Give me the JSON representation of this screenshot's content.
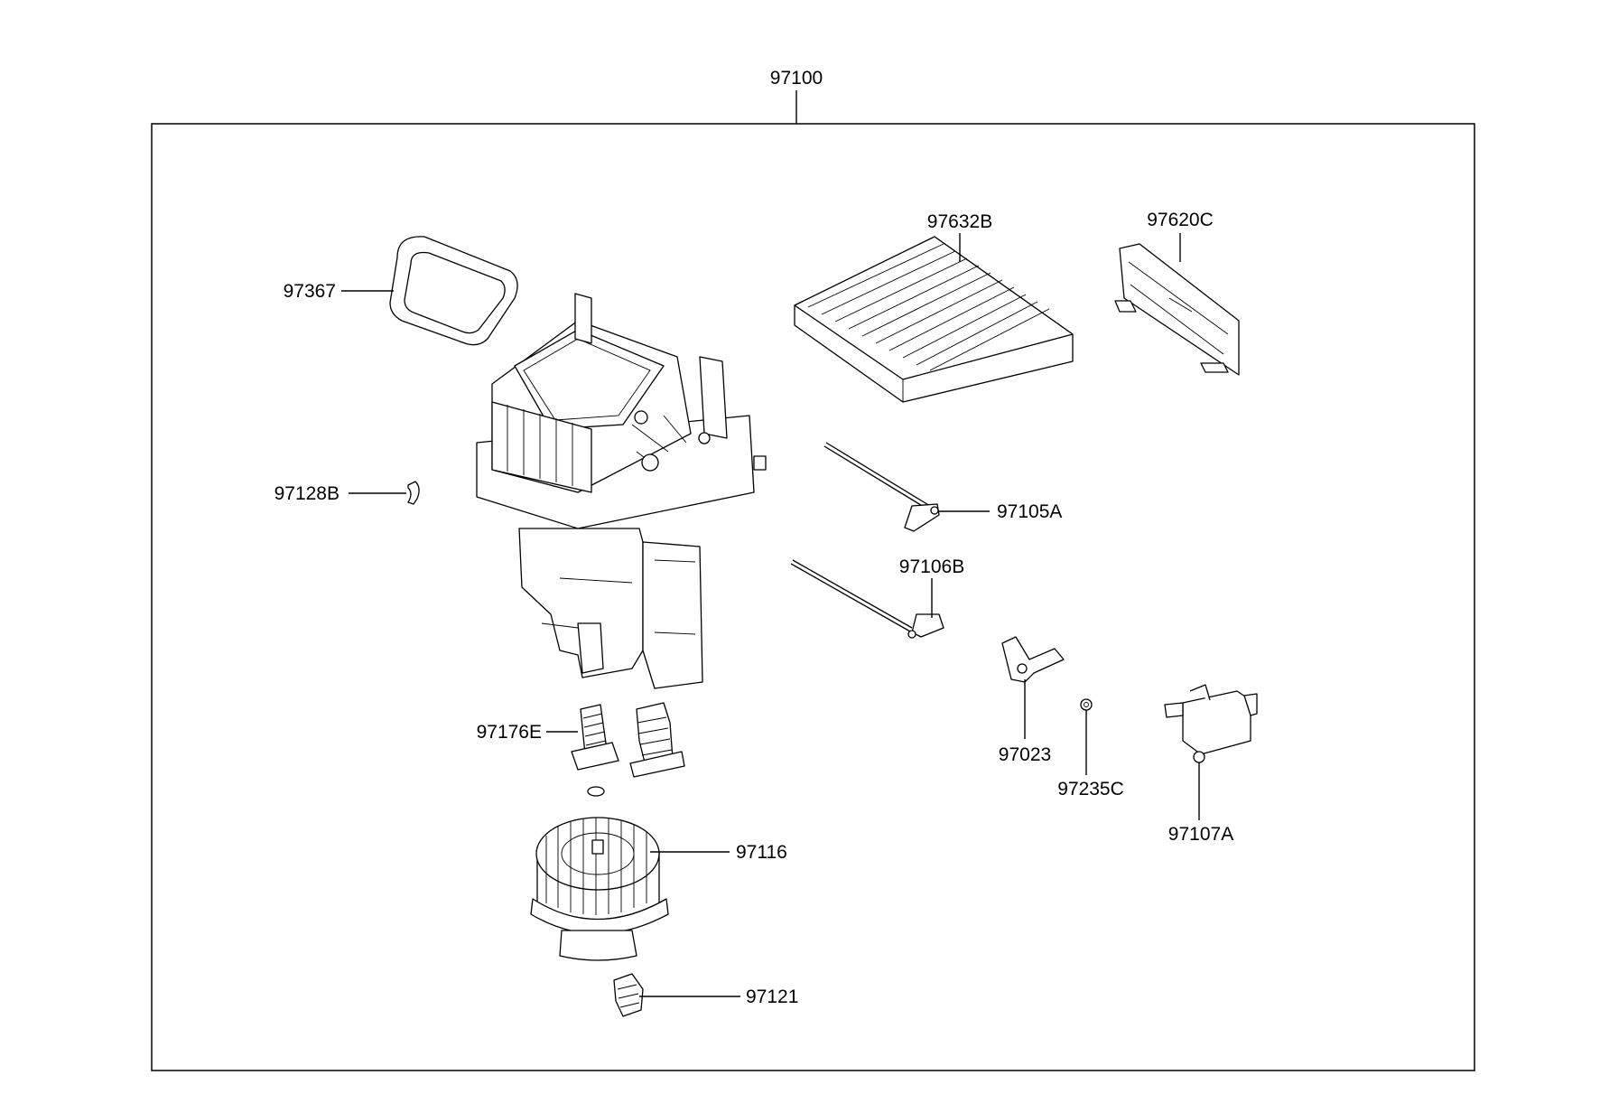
{
  "assembly": {
    "part_number": "97100"
  },
  "callouts": {
    "air_seal": "97367",
    "clip": "97128B",
    "resistor": "97176E",
    "blower_motor": "97116",
    "motor_screw": "97121",
    "air_filter": "97632B",
    "filter_cover": "97620C",
    "link_rod_a": "97105A",
    "link_rod_b": "97106B",
    "lever": "97023",
    "grommet": "97235C",
    "actuator": "97107A"
  }
}
